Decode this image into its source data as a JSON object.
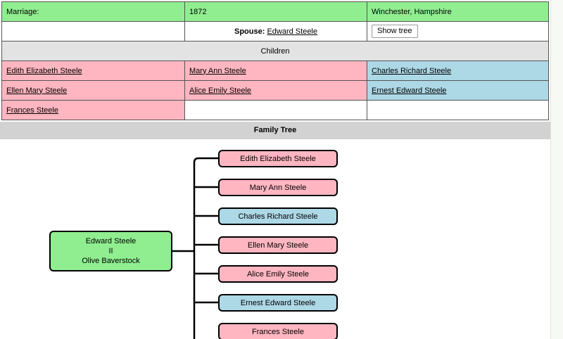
{
  "fact_table": {
    "marriage_row": {
      "label": "Marriage:",
      "year": "1872",
      "place": "Winchester, Hampshire"
    },
    "spouse_row": {
      "empty": "",
      "spouse_label": "Spouse:",
      "spouse_name": "Edward Steele",
      "show_tree_button": "Show tree"
    },
    "children_band": "Children",
    "children_cells": [
      [
        {
          "text": "Edith Elizabeth Steele",
          "color": "pink",
          "link": true
        },
        {
          "text": "Mary Ann Steele",
          "color": "pink",
          "link": true
        },
        {
          "text": "Charles Richard Steele",
          "color": "blue",
          "link": true
        }
      ],
      [
        {
          "text": "Ellen Mary Steele",
          "color": "pink",
          "link": true
        },
        {
          "text": "Alice Emily Steele",
          "color": "pink",
          "link": true
        },
        {
          "text": "Ernest Edward Steele",
          "color": "blue",
          "link": true
        }
      ],
      [
        {
          "text": "Frances Steele",
          "color": "pink",
          "link": true
        },
        {
          "text": "",
          "color": "plain",
          "link": false
        },
        {
          "text": "",
          "color": "plain",
          "link": false
        }
      ]
    ]
  },
  "tree": {
    "band_title": "Family Tree",
    "root": {
      "parent1": "Edward Steele",
      "union_symbol": "II",
      "parent2": "Olive Baverstock"
    },
    "children": [
      {
        "name": "Edith Elizabeth Steele",
        "color": "pink"
      },
      {
        "name": "Mary Ann Steele",
        "color": "pink"
      },
      {
        "name": "Charles Richard Steele",
        "color": "blue"
      },
      {
        "name": "Ellen Mary Steele",
        "color": "pink"
      },
      {
        "name": "Alice Emily Steele",
        "color": "pink"
      },
      {
        "name": "Ernest Edward Steele",
        "color": "blue"
      },
      {
        "name": "Frances Steele",
        "color": "pink"
      }
    ]
  },
  "colors": {
    "female": "#ffb6c1",
    "male": "#add8e6",
    "union": "#90ee90",
    "band_children": "#e3e3e3",
    "band_tree": "#d2d2d2"
  }
}
